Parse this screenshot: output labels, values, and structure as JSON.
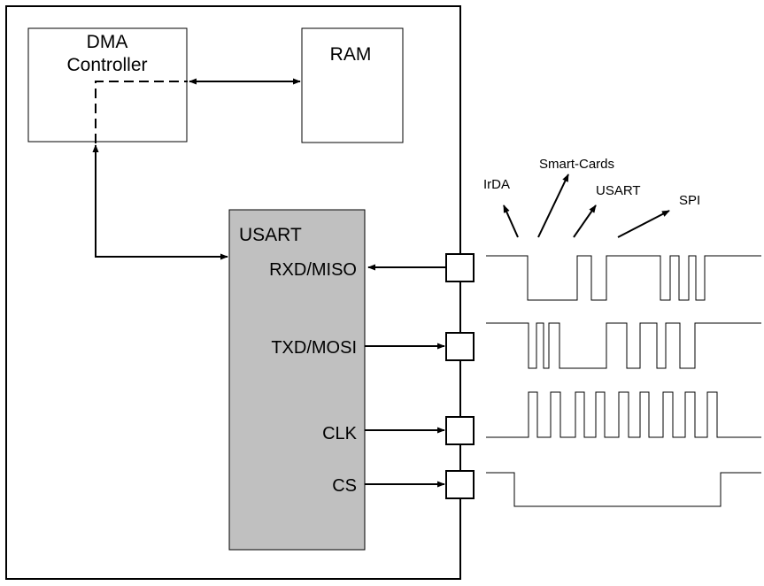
{
  "blocks": {
    "dma": {
      "line1": "DMA",
      "line2": "Controller"
    },
    "ram": {
      "label": "RAM"
    },
    "usart": {
      "label": "USART"
    }
  },
  "pins": {
    "rxd": "RXD/MISO",
    "txd": "TXD/MOSI",
    "clk": "CLK",
    "cs": "CS"
  },
  "protocols": {
    "irda": "IrDA",
    "smartcards": "Smart-Cards",
    "usart": "USART",
    "spi": "SPI"
  },
  "colors": {
    "usart_fill": "#c0c0c0",
    "line": "#000000"
  }
}
